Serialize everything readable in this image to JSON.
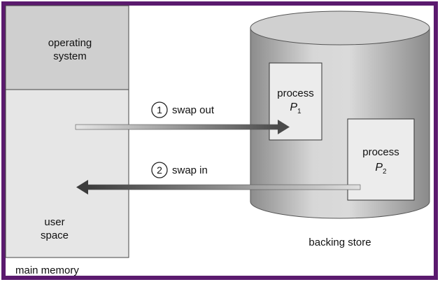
{
  "colors": {
    "frame": "#5b1a6e",
    "os_fill": "#cfcfcf",
    "user_fill": "#e6e6e6",
    "process_fill": "#ececec"
  },
  "main_memory": {
    "os_label_line1": "operating",
    "os_label_line2": "system",
    "user_label_line1": "user",
    "user_label_line2": "space",
    "caption": "main memory"
  },
  "backing_store": {
    "caption": "backing store",
    "p1_label": "process",
    "p1_name": "P",
    "p1_sub": "1",
    "p2_label": "process",
    "p2_name": "P",
    "p2_sub": "2"
  },
  "steps": {
    "out_number": "1",
    "out_label": "swap out",
    "in_number": "2",
    "in_label": "swap in"
  }
}
